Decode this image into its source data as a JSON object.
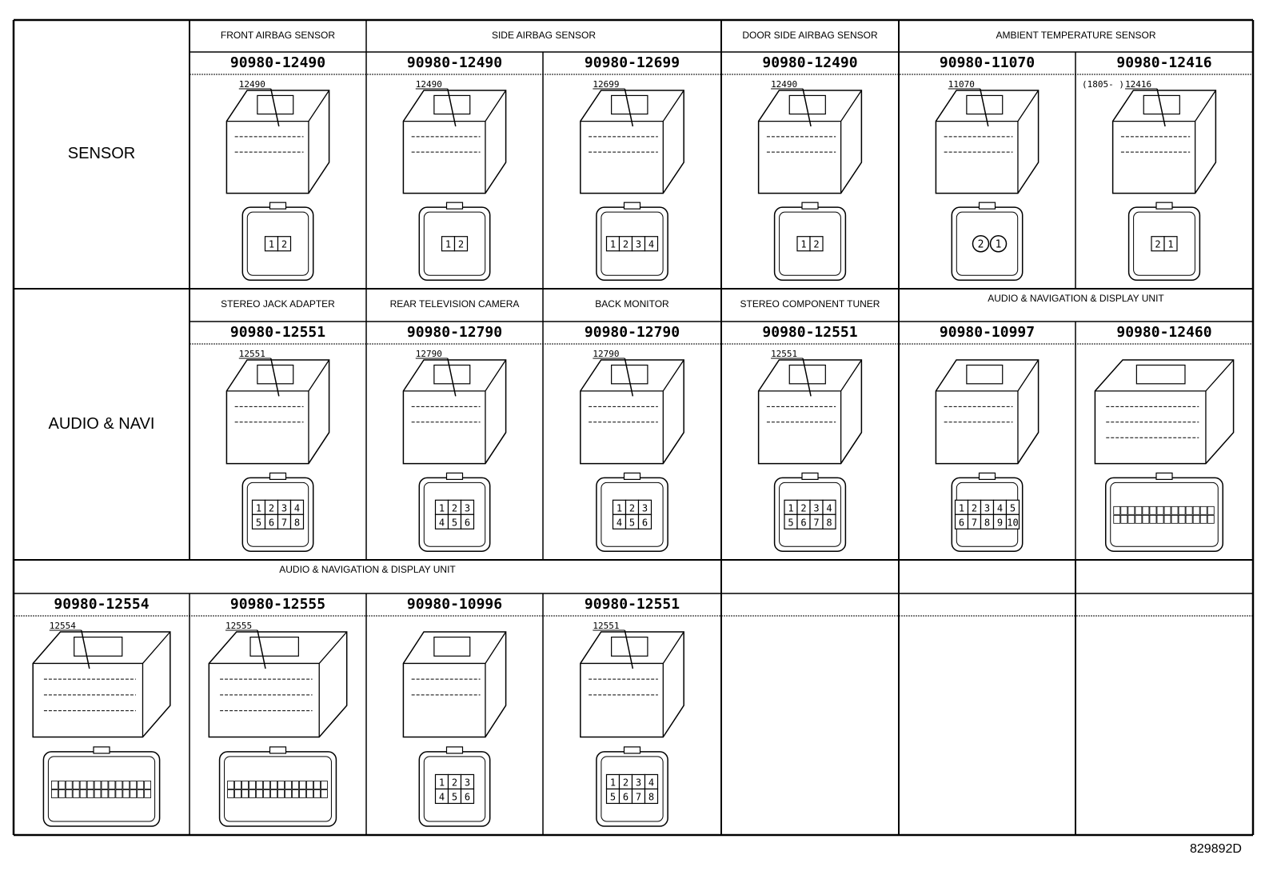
{
  "rows": [
    {
      "label": "SENSOR",
      "headers": [
        {
          "text": "FRONT AIRBAG SENSOR",
          "span": [
            1,
            1
          ]
        },
        {
          "text": "SIDE AIRBAG SENSOR",
          "span": [
            2,
            3
          ]
        },
        {
          "text": "DOOR SIDE AIRBAG SENSOR",
          "span": [
            4,
            4
          ]
        },
        {
          "text": "AMBIENT TEMPERATURE SENSOR",
          "span": [
            5,
            6
          ]
        }
      ],
      "cells": [
        {
          "col": 1,
          "part_no": "90980-12490",
          "callout": "12490",
          "pins": [
            "1",
            "2"
          ],
          "style": "airbag"
        },
        {
          "col": 2,
          "part_no": "90980-12490",
          "callout": "12490",
          "pins": [
            "1",
            "2"
          ],
          "style": "airbag"
        },
        {
          "col": 3,
          "part_no": "90980-12699",
          "callout": "12699",
          "pins": [
            "1",
            "2",
            "3",
            "4"
          ],
          "style": "flat4"
        },
        {
          "col": 4,
          "part_no": "90980-12490",
          "callout": "12490",
          "pins": [
            "1",
            "2"
          ],
          "style": "airbag"
        },
        {
          "col": 5,
          "part_no": "90980-11070",
          "callout": "11070",
          "pins": [
            "2",
            "1"
          ],
          "style": "round2"
        },
        {
          "col": 6,
          "part_no": "90980-12416",
          "callout": "12416",
          "note": "(1805-     )",
          "pins": [
            "2",
            "1"
          ],
          "style": "small2"
        }
      ]
    },
    {
      "label": "AUDIO & NAVI",
      "headers": [
        {
          "text": "STEREO JACK ADAPTER",
          "span": [
            1,
            1
          ]
        },
        {
          "text": "REAR TELEVISION CAMERA",
          "span": [
            2,
            2
          ]
        },
        {
          "text": "BACK MONITOR",
          "span": [
            3,
            3
          ]
        },
        {
          "text": "STEREO COMPONENT TUNER",
          "span": [
            4,
            4
          ]
        },
        {
          "text": "AUDIO & NAVIGATION & DISPLAY UNIT",
          "span": [
            5,
            6
          ]
        }
      ],
      "cells": [
        {
          "col": 1,
          "part_no": "90980-12551",
          "callout": "12551",
          "pins": [
            "1",
            "2",
            "3",
            "4",
            "5",
            "6",
            "7",
            "8"
          ],
          "style": "jack8"
        },
        {
          "col": 2,
          "part_no": "90980-12790",
          "callout": "12790",
          "pins": [
            "1",
            "2",
            "3",
            "4",
            "5",
            "6"
          ],
          "style": "cam6"
        },
        {
          "col": 3,
          "part_no": "90980-12790",
          "callout": "12790",
          "pins": [
            "1",
            "2",
            "3",
            "4",
            "5",
            "6"
          ],
          "style": "cam6"
        },
        {
          "col": 4,
          "part_no": "90980-12551",
          "callout": "12551",
          "pins": [
            "1",
            "2",
            "3",
            "4",
            "5",
            "6",
            "7",
            "8"
          ],
          "style": "jack8"
        },
        {
          "col": 5,
          "part_no": "90980-10997",
          "callout": "",
          "pins": [
            "1",
            "2",
            "3",
            "4",
            "5",
            "6",
            "7",
            "8",
            "9",
            "10"
          ],
          "style": "multi10"
        },
        {
          "col": 6,
          "part_no": "90980-12460",
          "callout": "",
          "pins": [],
          "style": "wide"
        }
      ]
    },
    {
      "label": "",
      "headers": [
        {
          "text": "AUDIO & NAVIGATION & DISPLAY UNIT",
          "span": [
            0,
            3
          ]
        }
      ],
      "cells": [
        {
          "col": 0,
          "part_no": "90980-12554",
          "callout": "12554",
          "pins": [],
          "style": "wide2"
        },
        {
          "col": 1,
          "part_no": "90980-12555",
          "callout": "12555",
          "pins": [],
          "style": "wide2"
        },
        {
          "col": 2,
          "part_no": "90980-10996",
          "callout": "",
          "pins": [
            "1",
            "2",
            "3",
            "4",
            "5",
            "6"
          ],
          "style": "multi6"
        },
        {
          "col": 3,
          "part_no": "90980-12551",
          "callout": "12551",
          "pins": [
            "1",
            "2",
            "3",
            "4",
            "5",
            "6",
            "7",
            "8"
          ],
          "style": "jack8"
        }
      ]
    }
  ],
  "figure_id": "829892D"
}
